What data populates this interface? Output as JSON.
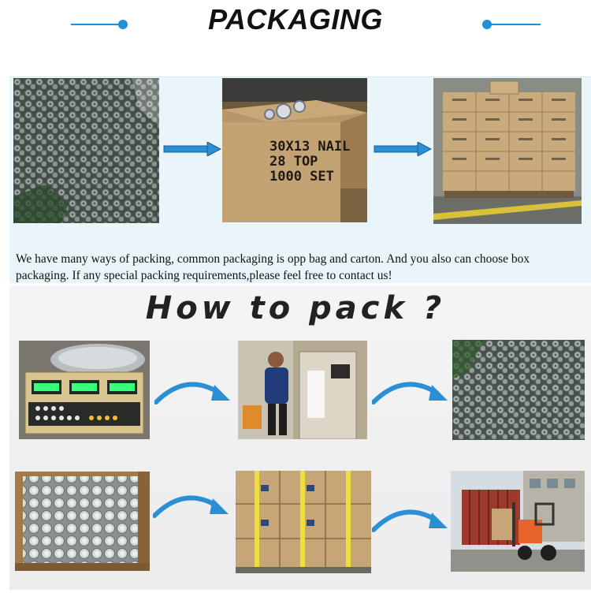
{
  "header": {
    "title": "PACKAGING"
  },
  "top": {
    "box_print": [
      "30X13 NAIL",
      "28 TOP",
      "1000 SET"
    ],
    "description": "We have many ways of packing, common packaging is opp bag and carton. And you also can choose box packaging. If any special packing requirements,please feel free to contact us!"
  },
  "how": {
    "title": "How to pack ?"
  },
  "colors": {
    "accent": "#1e90d8",
    "arrow": "#2b8fd6"
  }
}
